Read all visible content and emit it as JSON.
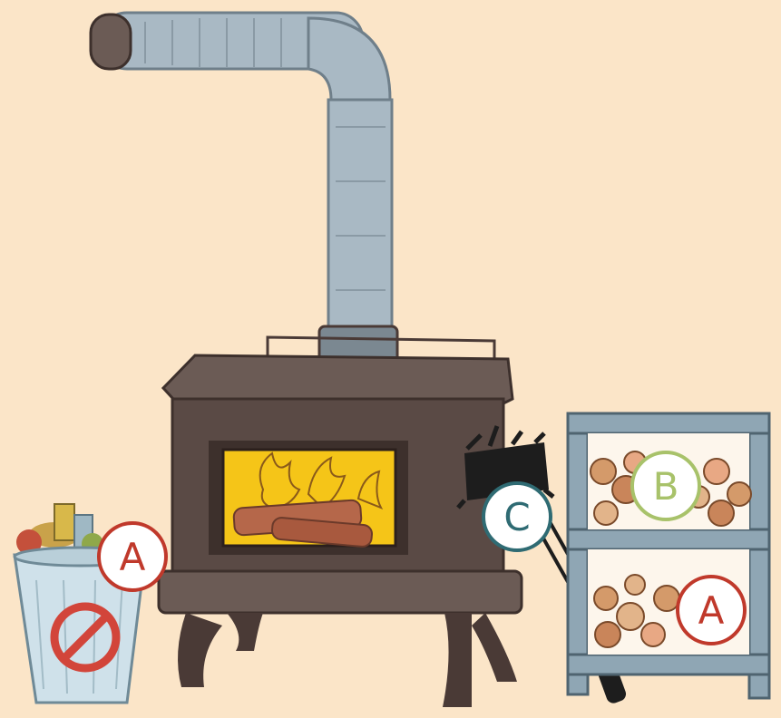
{
  "labels": {
    "bucket_badge": "A",
    "top_shelf_badge": "B",
    "brush_badge": "C",
    "bottom_shelf_badge": "A"
  },
  "colors": {
    "background": "#fbe5c8",
    "badge_red": "#c0392b",
    "badge_green": "#a8c26a",
    "badge_teal": "#2f6b73",
    "stove_body": "#4a3a36",
    "pipe": "#a9b9c4",
    "fire": "#f5c518",
    "rack": "#8fa6b4"
  },
  "icons": [
    "no-symbol-icon",
    "chimney-brush-icon"
  ]
}
